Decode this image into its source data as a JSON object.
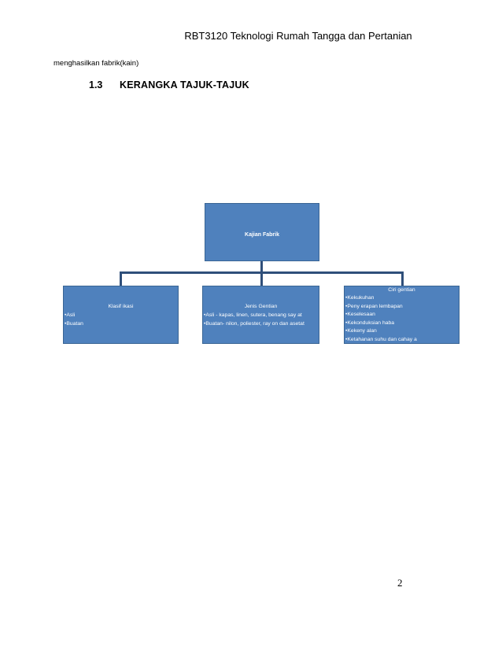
{
  "header": {
    "title": "RBT3120 Teknologi Rumah Tangga dan Pertanian"
  },
  "intro_text": "menghasilkan fabrik(kain)",
  "section": {
    "number": "1.3",
    "title": "KERANGKA TAJUK-TAJUK"
  },
  "diagram": {
    "root": {
      "label": "Kajian Fabrik"
    },
    "children": [
      {
        "title": "Klasif ikasi",
        "items": [
          "•Asli",
          "•Buatan"
        ]
      },
      {
        "title": "Jenis Gentian",
        "items": [
          "•Asli -   kapas, linen, sutera, benang say at",
          "•Buatan- nilon, poliester, ray on dan asetat"
        ]
      },
      {
        "title": "Ciri gentian",
        "items": [
          "•Kekukuhan",
          "•Peny erapan lembapan",
          "•Keselesaan",
          "•Kekonduksian haba",
          "•Kekeny alan",
          "•Ketahanan suhu dan cahay a"
        ]
      }
    ],
    "colors": {
      "box_fill": "#4f81bd",
      "connector": "#2f4f7a"
    }
  },
  "footer": {
    "page_number": "2"
  }
}
